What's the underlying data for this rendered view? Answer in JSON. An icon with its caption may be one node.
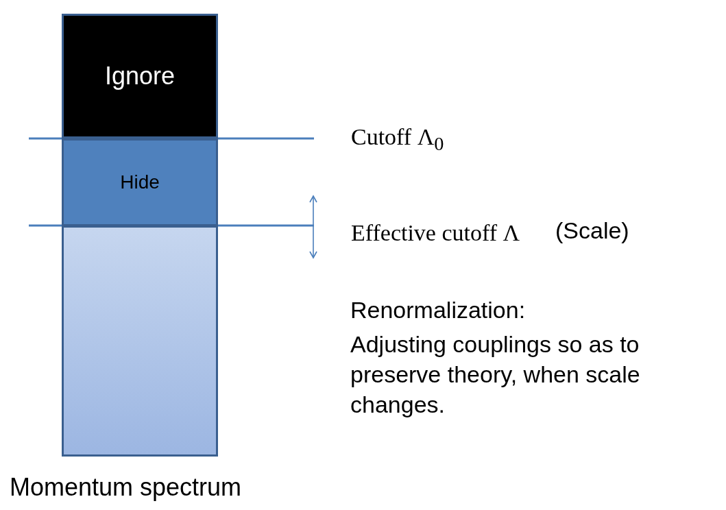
{
  "diagram": {
    "caption": "Momentum spectrum",
    "nodes": [
      {
        "text": [
          "Ignore"
        ]
      },
      {
        "text": [
          "Hide"
        ]
      },
      {
        "text": [],
        "shape": "box"
      }
    ],
    "labels": [
      "Cutoff Λ$_{0}$",
      "Effective cutoff Λ",
      "(Scale)",
      "Renormalization:",
      "Adjusting couplings so as to preserve theory, when scale changes."
    ]
  }
}
